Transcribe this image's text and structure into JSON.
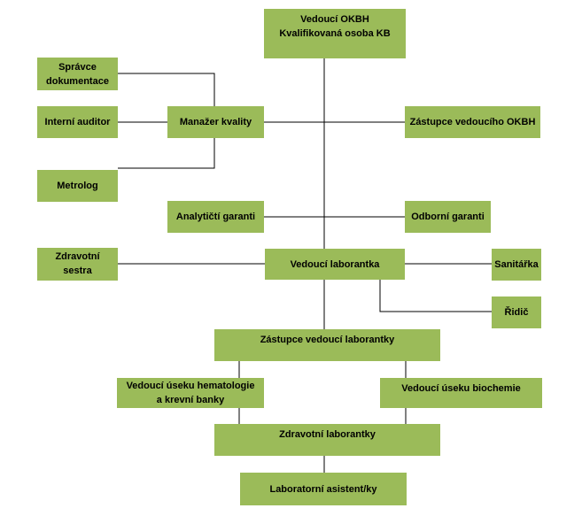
{
  "org_chart": {
    "head": "Vedoucí OKBH\nKvalifikovaná osoba KB",
    "spravce": "Správce\ndokumentace",
    "auditor": "Interní auditor",
    "manazer": "Manažer kvality",
    "metrolog": "Metrolog",
    "zastupce_okbh": "Zástupce vedoucího OKBH",
    "analyticti": "Analytičtí garanti",
    "odborni": "Odborní garanti",
    "sestra": "Zdravotní sestra",
    "vedouci_lab": "Vedoucí laborantka",
    "sanitarka": "Sanitářka",
    "ridic": "Řidič",
    "zastupce_lab": "Zástupce vedoucí laborantky",
    "hematologie": "Vedoucí úseku hematologie\na krevní banky",
    "biochemie": "Vedoucí úseku biochemie",
    "zdravotni_lab": "Zdravotní laborantky",
    "asistent": "Laboratorní asistent/ky"
  },
  "colors": {
    "box_fill": "#9bbb59",
    "line": "#000000"
  }
}
